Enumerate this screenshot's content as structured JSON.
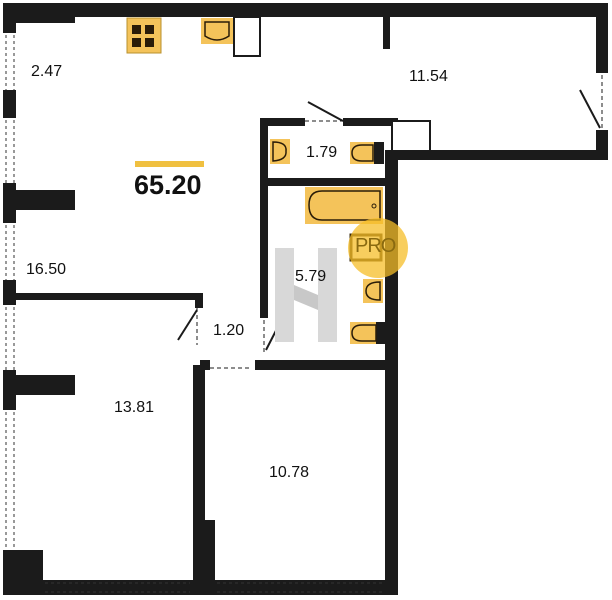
{
  "plan": {
    "total_area": "65.20",
    "rooms": [
      {
        "id": "balcony-top-left",
        "area": "2.47"
      },
      {
        "id": "room-top-right",
        "area": "11.54"
      },
      {
        "id": "wc",
        "area": "1.79"
      },
      {
        "id": "bathroom",
        "area": "5.79"
      },
      {
        "id": "living-kitchen",
        "area": "16.50"
      },
      {
        "id": "corridor",
        "area": "1.20"
      },
      {
        "id": "bedroom-left",
        "area": "13.81"
      },
      {
        "id": "bedroom-right",
        "area": "10.78"
      }
    ],
    "watermark": "PRO"
  },
  "colors": {
    "wall": "#1b1b1b",
    "fixture": "#f4c35a",
    "accent": "#f0c040"
  }
}
